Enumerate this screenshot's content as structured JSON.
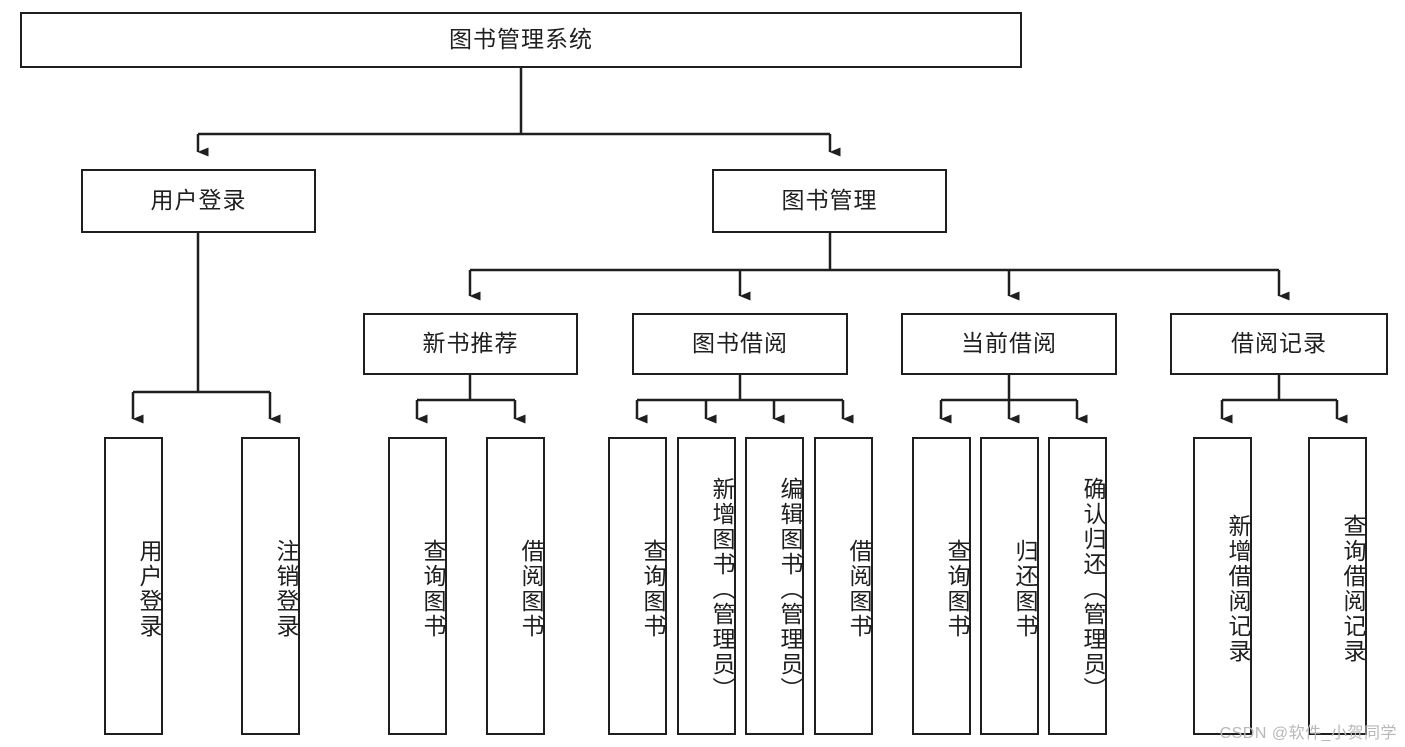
{
  "diagram": {
    "type": "tree-hierarchy-chart",
    "title": "图书管理系统",
    "colors": {
      "stroke": "#1f1f1f",
      "fill": "#ffffff",
      "background": "#ffffff",
      "watermark": "#b8b8b8"
    },
    "nodes": {
      "root": {
        "label": "图书管理系统",
        "level": 0,
        "orientation": "horizontal"
      },
      "level1": [
        {
          "id": "user-login",
          "label": "用户登录",
          "orientation": "horizontal"
        },
        {
          "id": "book-management",
          "label": "图书管理",
          "orientation": "horizontal"
        }
      ],
      "level2": [
        {
          "id": "new-book-recommend",
          "label": "新书推荐",
          "orientation": "horizontal",
          "parent": "book-management"
        },
        {
          "id": "book-borrow",
          "label": "图书借阅",
          "orientation": "horizontal",
          "parent": "book-management"
        },
        {
          "id": "current-borrow",
          "label": "当前借阅",
          "orientation": "horizontal",
          "parent": "book-management"
        },
        {
          "id": "borrow-record",
          "label": "借阅记录",
          "orientation": "horizontal",
          "parent": "book-management"
        }
      ],
      "leaves": [
        {
          "id": "leaf-user-login",
          "label": "用户登录",
          "orientation": "vertical",
          "parent": "user-login"
        },
        {
          "id": "leaf-user-logout",
          "label": "注销登录",
          "orientation": "vertical",
          "parent": "user-login"
        },
        {
          "id": "leaf-query-book-1",
          "label": "查询图书",
          "orientation": "vertical",
          "parent": "new-book-recommend"
        },
        {
          "id": "leaf-borrow-book-1",
          "label": "借阅图书",
          "orientation": "vertical",
          "parent": "new-book-recommend"
        },
        {
          "id": "leaf-query-book-2",
          "label": "查询图书",
          "orientation": "vertical",
          "parent": "book-borrow"
        },
        {
          "id": "leaf-add-book",
          "label": "新增图书（管理员）",
          "orientation": "vertical",
          "parent": "book-borrow"
        },
        {
          "id": "leaf-edit-book",
          "label": "编辑图书（管理员）",
          "orientation": "vertical",
          "parent": "book-borrow"
        },
        {
          "id": "leaf-borrow-book-2",
          "label": "借阅图书",
          "orientation": "vertical",
          "parent": "book-borrow"
        },
        {
          "id": "leaf-query-book-3",
          "label": "查询图书",
          "orientation": "vertical",
          "parent": "current-borrow"
        },
        {
          "id": "leaf-return-book",
          "label": "归还图书",
          "orientation": "vertical",
          "parent": "current-borrow"
        },
        {
          "id": "leaf-confirm-return",
          "label": "确认归还（管理员）",
          "orientation": "vertical",
          "parent": "current-borrow"
        },
        {
          "id": "leaf-add-record",
          "label": "新增借阅记录",
          "orientation": "vertical",
          "parent": "borrow-record"
        },
        {
          "id": "leaf-query-record",
          "label": "查询借阅记录",
          "orientation": "vertical",
          "parent": "borrow-record"
        }
      ]
    },
    "watermark": "CSDN @软件_小贺同学"
  }
}
